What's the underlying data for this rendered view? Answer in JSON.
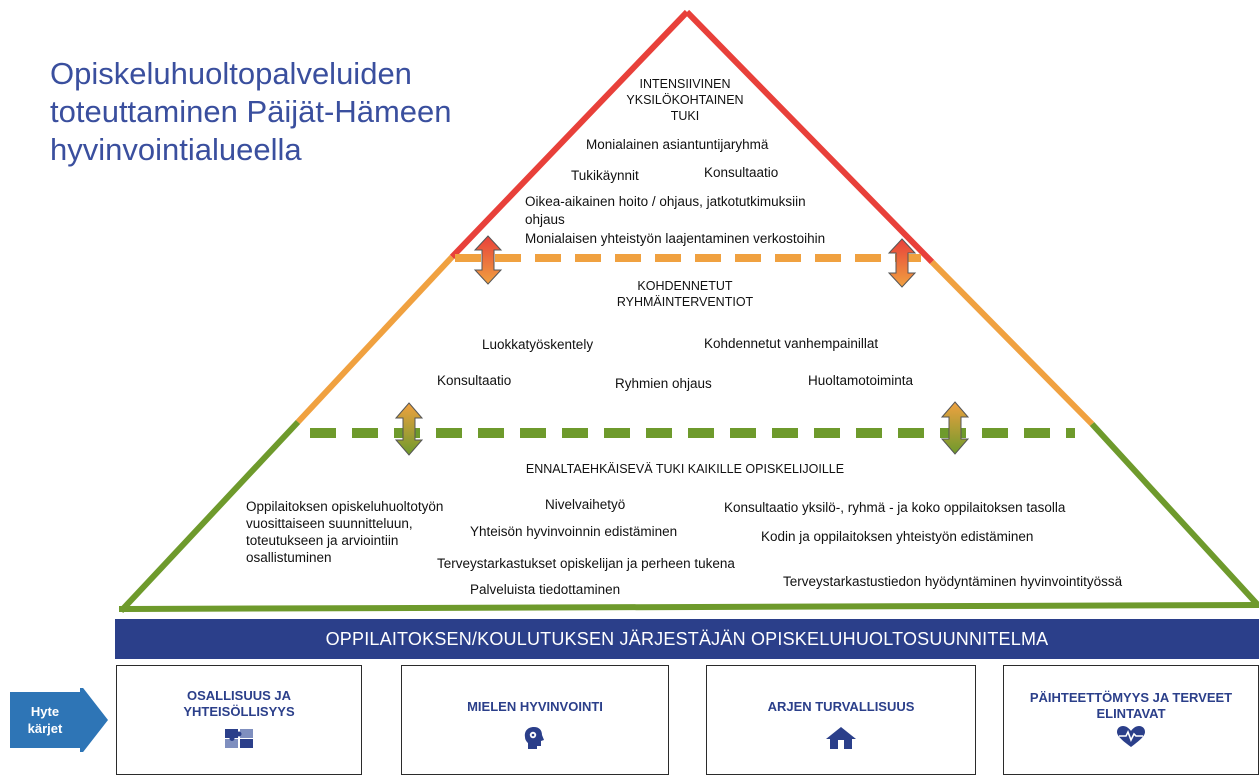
{
  "title_lines": [
    "Opiskeluhuoltopalveluiden",
    "toteuttaminen Päijät-Hämeen",
    "hyvinvointialueella"
  ],
  "top": {
    "heading": [
      "INTENSIIVINEN",
      "YKSILÖKOHTAINEN",
      "TUKI"
    ],
    "items": [
      "Monialainen asiantuntijaryhmä",
      "Tukikäynnit",
      "Konsultaatio",
      "Oikea-aikainen hoito / ohjaus,  jatkotutkimuksiin",
      "ohjaus",
      "Monialaisen yhteistyön laajentaminen verkostoihin"
    ]
  },
  "middle": {
    "heading": [
      "KOHDENNETUT",
      "RYHMÄINTERVENTIOT"
    ],
    "items": [
      "Luokkatyöskentely",
      "Kohdennetut vanhempainillat",
      "Konsultaatio",
      "Ryhmien ohjaus",
      "Huoltamotoiminta"
    ]
  },
  "bottom": {
    "heading": "ENNALTAEHKÄISEVÄ TUKI KAIKILLE OPISKELIJOILLE",
    "col1": [
      "Oppilaitoksen opiskeluhuoltotyön",
      "vuosittaiseen suunnitteluun,",
      "toteutukseen ja arviointiin",
      "osallistuminen"
    ],
    "items": [
      "Nivelvaihetyö",
      "Konsultaatio yksilö-, ryhmä - ja koko oppilaitoksen tasolla",
      "Yhteisön hyvinvoinnin edistäminen",
      "Kodin ja oppilaitoksen yhteistyön edistäminen",
      "Terveystarkastukset opiskelijan ja perheen tukena",
      "Terveystarkastustiedon hyödyntäminen hyvinvointityössä",
      "Palveluista tiedottaminen"
    ]
  },
  "banner": "OPPILAITOKSEN/KOULUTUKSEN JÄRJESTÄJÄN OPISKELUHUOLTOSUUNNITELMA",
  "hyte": [
    "Hyte",
    "kärjet"
  ],
  "boxes": [
    {
      "label": "OSALLISUUS JA YHTEISÖLLISYYS",
      "icon": "puzzle-icon"
    },
    {
      "label": "MIELEN HYVINVOINTI",
      "icon": "head-gears-icon"
    },
    {
      "label": "ARJEN TURVALLISUUS",
      "icon": "house-icon"
    },
    {
      "label": "PÄIHTEETTÖMYYS JA TERVEET ELINTAVAT",
      "icon": "heart-pulse-icon"
    }
  ],
  "colors": {
    "top": "#e8403a",
    "middle": "#f0a140",
    "bottom": "#6e9a2c",
    "banner": "#2b3f8a",
    "title": "#3a4f9e"
  }
}
